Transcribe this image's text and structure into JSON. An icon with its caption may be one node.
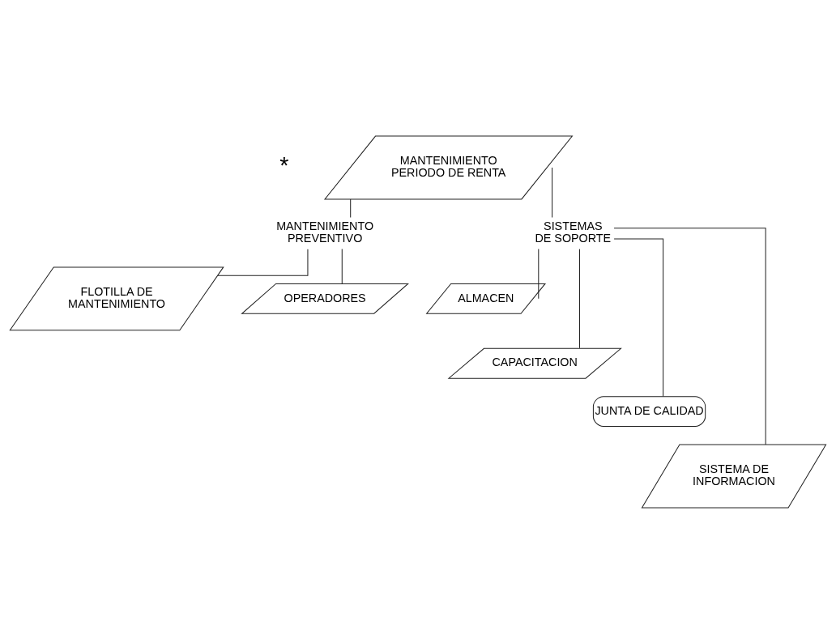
{
  "diagram": {
    "nodes": [
      {
        "text": [
          "MANTENIMIENTO",
          "PERIODO DE RENTA"
        ],
        "beside": [
          "*"
        ]
      },
      {
        "text": [
          "MANTENIMIENTO PREVENTIVO"
        ]
      },
      {
        "text": [
          "SISTEMAS DE SOPORTE"
        ]
      },
      {
        "text": [
          "FLOTILLA DE MANTENIMIENTO"
        ]
      },
      {
        "text": [
          "OPERADORES"
        ]
      },
      {
        "text": [
          "ALMACEN"
        ]
      },
      {
        "text": [
          "CAPACITACION"
        ]
      },
      {
        "text": [
          "JUNTA DE CALIDAD"
        ]
      },
      {
        "text": [
          "SISTEMA DE INFORMACION"
        ]
      }
    ],
    "edges": [
      {
        "from": 0,
        "to": 1,
        "arrow": "none"
      },
      {
        "from": 0,
        "to": 2,
        "arrow": "none"
      },
      {
        "from": 1,
        "to": 3,
        "arrow": "none"
      },
      {
        "from": 1,
        "to": 4,
        "arrow": "none"
      },
      {
        "from": 2,
        "to": 5,
        "arrow": "none"
      },
      {
        "from": 2,
        "to": 6,
        "arrow": "none"
      },
      {
        "from": 2,
        "to": 7,
        "arrow": "none"
      },
      {
        "from": 2,
        "to": 8,
        "arrow": "none"
      }
    ]
  }
}
